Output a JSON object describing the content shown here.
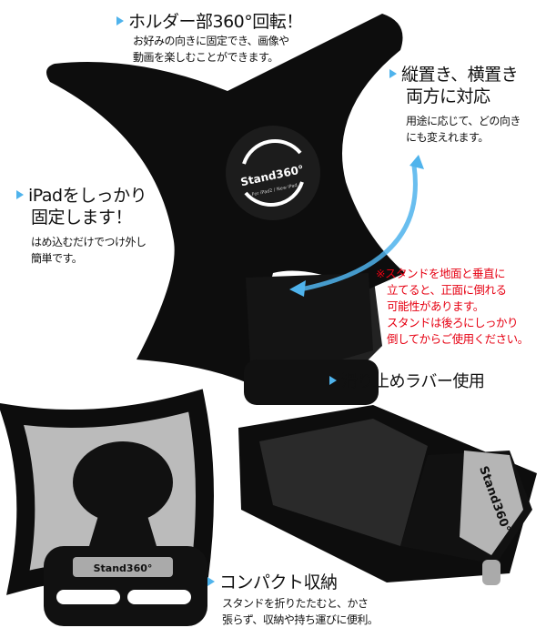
{
  "features": {
    "rotate": {
      "title": "ホルダー部360°回転！",
      "lines": [
        "お好みの向きに固定でき、画像や",
        "動画を楽しむことができます。"
      ]
    },
    "orientation": {
      "title_lines": [
        "縦置き、横置き",
        "両方に対応"
      ],
      "lines": [
        "用途に応じて、どの向き",
        "にも変えれます。"
      ]
    },
    "secure": {
      "title_lines": [
        "iPadをしっかり",
        "固定します！"
      ],
      "lines": [
        "はめ込むだけでつけ外し",
        "簡単です。"
      ]
    },
    "warning": {
      "lines": [
        "※スタンドを地面と垂直に",
        "立てると、正面に倒れる",
        "可能性があります。",
        "スタンドは後ろにしっかり",
        "倒してからご使用ください。"
      ]
    },
    "rubber": {
      "title": "滑り止めラバー使用"
    },
    "compact": {
      "title": "コンパクト収納",
      "lines": [
        "スタンドを折りたたむと、かさ",
        "張らず、収納や持ち運びに便利。"
      ]
    }
  },
  "product": {
    "logo": "Stand360°",
    "logo_sub": "For iPad2 / New iPad"
  },
  "colors": {
    "accent": "#4fb3ec",
    "warning": "#e60012",
    "product": "#111111"
  }
}
